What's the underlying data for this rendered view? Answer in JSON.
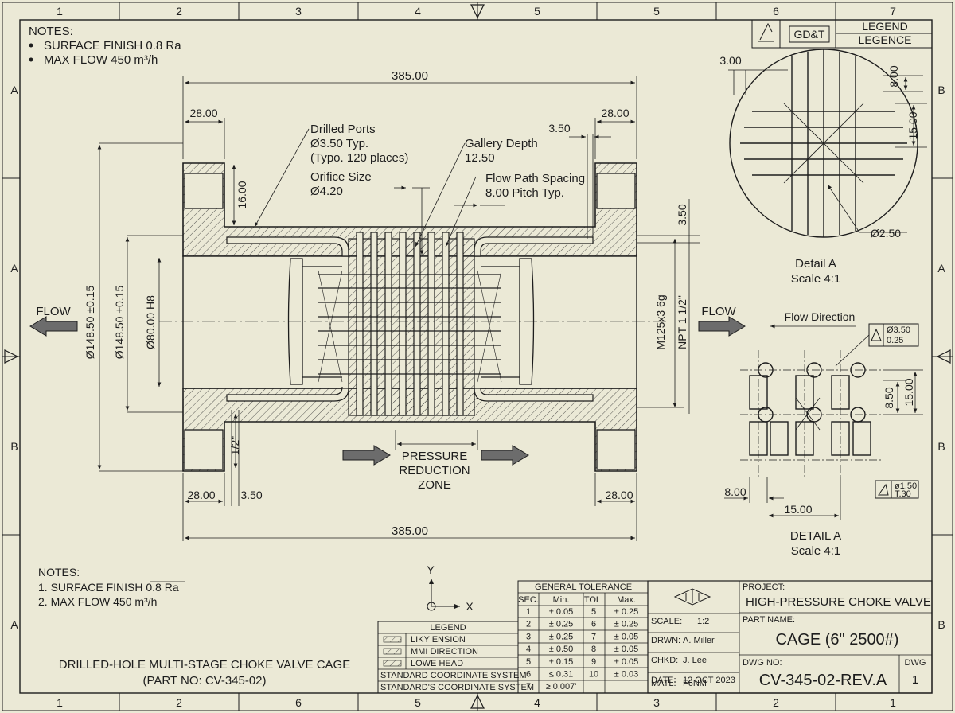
{
  "frame": {
    "cols_top": [
      "1",
      "2",
      "3",
      "4",
      "5",
      "5",
      "6",
      "7"
    ],
    "cols_bottom": [
      "1",
      "2",
      "6",
      "5",
      "4",
      "3",
      "2",
      "1"
    ],
    "rows_left": [
      "A",
      "A",
      "B",
      "A"
    ],
    "rows_right": [
      "B",
      "A",
      "B",
      "B"
    ]
  },
  "notes_top": {
    "title": "NOTES:",
    "items": [
      "SURFACE FINISH 0.8 Ra",
      "MAX FLOW 450 m³/h"
    ]
  },
  "notes_bottom": {
    "title": "NOTES:",
    "items": [
      "1.  SURFACE FINISH 0.8 Ra",
      "2.  MAX FLOW 450 m³/h"
    ]
  },
  "legend_box": {
    "gdt": "GD&T",
    "legend1": "LEGEND",
    "legend2": "LEGENCE"
  },
  "main_view": {
    "dim_overall_top": "385.00",
    "dim_overall_bottom": "385.00",
    "dim_flange_tl": "28.00",
    "dim_flange_tr": "28.00",
    "dim_flange_bl": "28.00",
    "dim_flange_br": "28.00",
    "dim_350_bottom": "3.50",
    "dim_350_top": "3.50",
    "dim_1600": "16.00",
    "dim_350_right": "3.50",
    "dim_half_inch": "1/2\"",
    "dia_outer": "Ø148.50 ±0.15",
    "dia_inner": "Ø148.50 ±0.15",
    "dia_bore": "Ø80.00 H8",
    "thread_m": "M125x3 6g",
    "thread_npt": "NPT 1 1/2\"",
    "drilled_ports": [
      "Drilled Ports",
      "Ø3.50 Typ.",
      "(Typo. 120 places)"
    ],
    "orifice": [
      "Orifice Size",
      "Ø4.20"
    ],
    "gallery": [
      "Gallery Depth",
      "12.50"
    ],
    "flow_spacing": [
      "Flow Path Spacing",
      "8.00 Pitch Typ."
    ],
    "flow_left": "FLOW",
    "flow_right": "FLOW",
    "pressure_zone": [
      "PRESSURE",
      "REDUCTION",
      "ZONE"
    ]
  },
  "detail_top": {
    "dim_300": "3.00",
    "dim_800": "8.00",
    "dim_1500": "15.00",
    "dia_250": "Ø2.50",
    "label": [
      "Detail A",
      "Scale 4:1"
    ]
  },
  "detail_bottom": {
    "flow_direction": "Flow Direction",
    "fcf_value": "Ø3.50",
    "fcf_sub": "0.25",
    "dim_850": "8.50",
    "dim_1500_v": "15.00",
    "dim_800": "8.00",
    "dim_1500_h": "15.00",
    "fcf2_value": "ø1.50",
    "fcf2_sub": "T.30",
    "label": [
      "DETAIL A",
      "Scale 4:1"
    ]
  },
  "axes": {
    "y": "Y",
    "x": "X"
  },
  "drawing_title": [
    "DRILLED-HOLE MULTI-STAGE CHOKE VALVE CAGE",
    "(PART NO: CV-345-02)"
  ],
  "legend_table": {
    "title": "LEGEND",
    "rows": [
      "LIKY ENSION",
      "MMI DIRECTION",
      "LOWE HEAD"
    ],
    "footer": [
      "STANDARD COORDINATE SYSTEM",
      "STANDARD'S COORDINATE SYSTEM"
    ]
  },
  "tolerance_table": {
    "title": "GENERAL TOLERANCE",
    "headers": [
      "SEC.",
      "Min.",
      "TOL.",
      "Max."
    ],
    "rows": [
      [
        "1",
        "± 0.05",
        "5",
        "± 0.25"
      ],
      [
        "2",
        "± 0.25",
        "6",
        "± 0.25"
      ],
      [
        "3",
        "± 0.25",
        "7",
        "± 0.05"
      ],
      [
        "4",
        "± 0.50",
        "8",
        "± 0.05"
      ],
      [
        "5",
        "± 0.15",
        "9",
        "± 0.05"
      ],
      [
        "6",
        "≤ 0.31",
        "10",
        "± 0.03"
      ],
      [
        "7",
        "≥ 0.007'",
        "",
        ""
      ]
    ]
  },
  "title_block": {
    "scale_label": "SCALE:",
    "scale_value": "1:2",
    "drawn_label": "DRWN:",
    "drawn_value": "A. Miller",
    "checked_label": "CHKD:",
    "checked_value": "J. Lee",
    "date_label": "DATE:",
    "date_value": "12 OCT 2023",
    "matl_label": "MATL:",
    "matl_value": "F6NM",
    "project_label": "PROJECT:",
    "project_value": "HIGH-PRESSURE CHOKE VALVE",
    "part_label": "PART NAME:",
    "part_value": "CAGE (6\" 2500#)",
    "dwg_label": "DWG NO:",
    "dwg_value": "CV-345-02-REV.A",
    "sheet_label": "DWG",
    "sheet_value": "1"
  }
}
